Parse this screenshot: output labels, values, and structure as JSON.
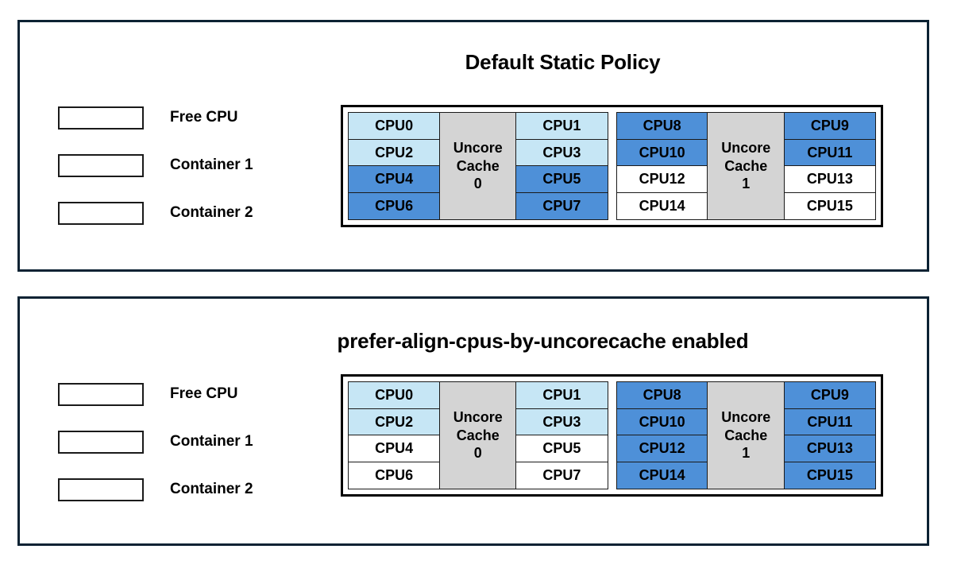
{
  "colors": {
    "panel_border": "#0c2233",
    "free_cpu": "#ffffff",
    "container_1": "#c6e6f5",
    "container_2": "#4e90d8",
    "cache_box": "#d4d4d4",
    "cell_border": "#1a1a1a"
  },
  "legend": {
    "items": [
      {
        "label": "Free CPU",
        "color": "#ffffff",
        "kind": "free"
      },
      {
        "label": "Container 1",
        "color": "#c6e6f5",
        "kind": "c1"
      },
      {
        "label": "Container 2",
        "color": "#4e90d8",
        "kind": "c2"
      }
    ]
  },
  "panels": [
    {
      "title": "Default Static Policy",
      "caches": [
        {
          "name_line_1": "Uncore",
          "name_line_2": "Cache",
          "name_line_3": "0",
          "left_column": [
            {
              "label": "CPU0",
              "state": "c1"
            },
            {
              "label": "CPU2",
              "state": "c1"
            },
            {
              "label": "CPU4",
              "state": "c2"
            },
            {
              "label": "CPU6",
              "state": "c2"
            }
          ],
          "right_column": [
            {
              "label": "CPU1",
              "state": "c1"
            },
            {
              "label": "CPU3",
              "state": "c1"
            },
            {
              "label": "CPU5",
              "state": "c2"
            },
            {
              "label": "CPU7",
              "state": "c2"
            }
          ]
        },
        {
          "name_line_1": "Uncore",
          "name_line_2": "Cache",
          "name_line_3": "1",
          "left_column": [
            {
              "label": "CPU8",
              "state": "c2"
            },
            {
              "label": "CPU10",
              "state": "c2"
            },
            {
              "label": "CPU12",
              "state": "free"
            },
            {
              "label": "CPU14",
              "state": "free"
            }
          ],
          "right_column": [
            {
              "label": "CPU9",
              "state": "c2"
            },
            {
              "label": "CPU11",
              "state": "c2"
            },
            {
              "label": "CPU13",
              "state": "free"
            },
            {
              "label": "CPU15",
              "state": "free"
            }
          ]
        }
      ]
    },
    {
      "title": "prefer-align-cpus-by-uncorecache enabled",
      "caches": [
        {
          "name_line_1": "Uncore",
          "name_line_2": "Cache",
          "name_line_3": "0",
          "left_column": [
            {
              "label": "CPU0",
              "state": "c1"
            },
            {
              "label": "CPU2",
              "state": "c1"
            },
            {
              "label": "CPU4",
              "state": "free"
            },
            {
              "label": "CPU6",
              "state": "free"
            }
          ],
          "right_column": [
            {
              "label": "CPU1",
              "state": "c1"
            },
            {
              "label": "CPU3",
              "state": "c1"
            },
            {
              "label": "CPU5",
              "state": "free"
            },
            {
              "label": "CPU7",
              "state": "free"
            }
          ]
        },
        {
          "name_line_1": "Uncore",
          "name_line_2": "Cache",
          "name_line_3": "1",
          "left_column": [
            {
              "label": "CPU8",
              "state": "c2"
            },
            {
              "label": "CPU10",
              "state": "c2"
            },
            {
              "label": "CPU12",
              "state": "c2"
            },
            {
              "label": "CPU14",
              "state": "c2"
            }
          ],
          "right_column": [
            {
              "label": "CPU9",
              "state": "c2"
            },
            {
              "label": "CPU11",
              "state": "c2"
            },
            {
              "label": "CPU13",
              "state": "c2"
            },
            {
              "label": "CPU15",
              "state": "c2"
            }
          ]
        }
      ]
    }
  ]
}
